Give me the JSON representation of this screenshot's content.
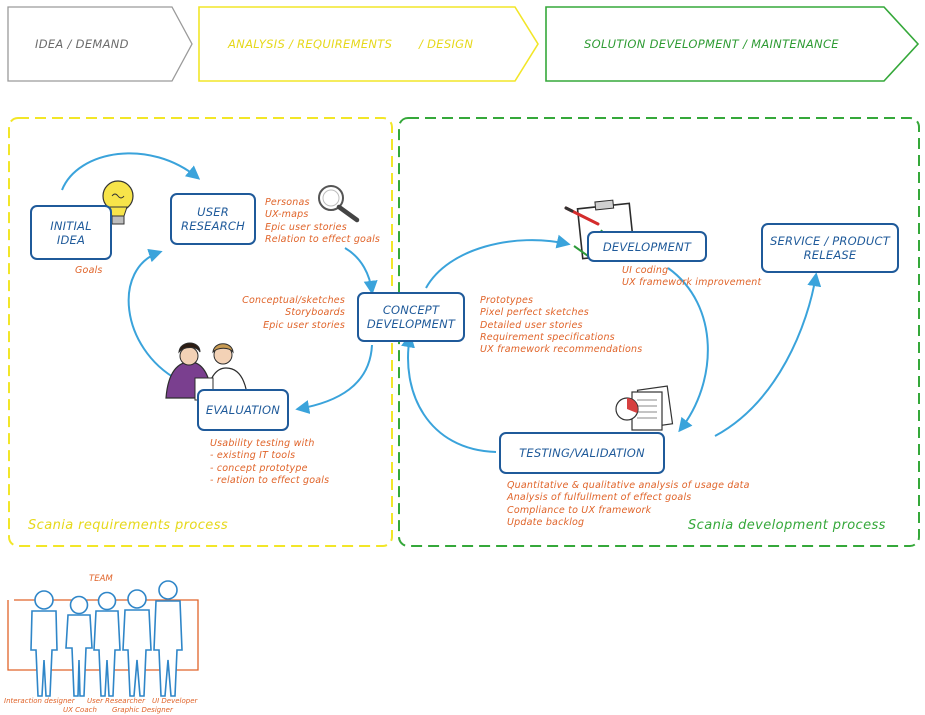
{
  "phases": {
    "idea": "IDEA / DEMAND",
    "analysis_a": "ANALYSIS / REQUIREMENTS",
    "analysis_b": "/ DESIGN",
    "solution": "SOLUTION DEVELOPMENT / MAINTENANCE"
  },
  "nodes": {
    "initial_idea": [
      "INITIAL",
      "IDEA"
    ],
    "user_research": [
      "USER",
      "RESEARCH"
    ],
    "evaluation": "EVALUATION",
    "concept_development": [
      "CONCEPT",
      "DEVELOPMENT"
    ],
    "development": "DEVELOPMENT",
    "service_release": [
      "SERVICE / PRODUCT",
      "RELEASE"
    ],
    "testing": "TESTING/VALIDATION"
  },
  "notes": {
    "goals": "Goals",
    "user_research": [
      "Personas",
      "UX-maps",
      "Epic user stories",
      "Relation to effect goals"
    ],
    "concept_inputs": [
      "Conceptual/sketches",
      "Storyboards",
      "Epic user stories"
    ],
    "evaluation": [
      "Usability testing with",
      "- existing IT tools",
      "- concept prototype",
      "- relation to effect goals"
    ],
    "concept_outputs": [
      "Prototypes",
      "Pixel perfect sketches",
      "Detailed user stories",
      "Requirement specifications",
      "UX framework recommendations"
    ],
    "development": [
      "UI coding",
      "UX framework improvement"
    ],
    "testing": [
      "Quantitative & qualitative analysis of usage data",
      "Analysis of fulfullment of effect goals",
      "Compliance to UX framework",
      "Update backlog"
    ]
  },
  "processes": {
    "requirements": "Scania requirements process",
    "development": "Scania development process"
  },
  "team": {
    "title": "TEAM",
    "roles_row1": [
      "Interaction designer",
      "User Researcher",
      "UI Developer"
    ],
    "roles_row2": [
      "UX Coach",
      "Graphic Designer"
    ]
  },
  "colors": {
    "gray": "#9a9a9a",
    "yellow": "#f2e628",
    "green": "#35a83a",
    "blue": "#1f5a9a",
    "arrow": "#3aa3db",
    "orange": "#e0642a",
    "team_blue": "#2f86c8"
  },
  "icons": [
    "lightbulb-icon",
    "magnifier-icon",
    "clipboard-icon",
    "documents-icon",
    "people-icon",
    "team-icon"
  ]
}
